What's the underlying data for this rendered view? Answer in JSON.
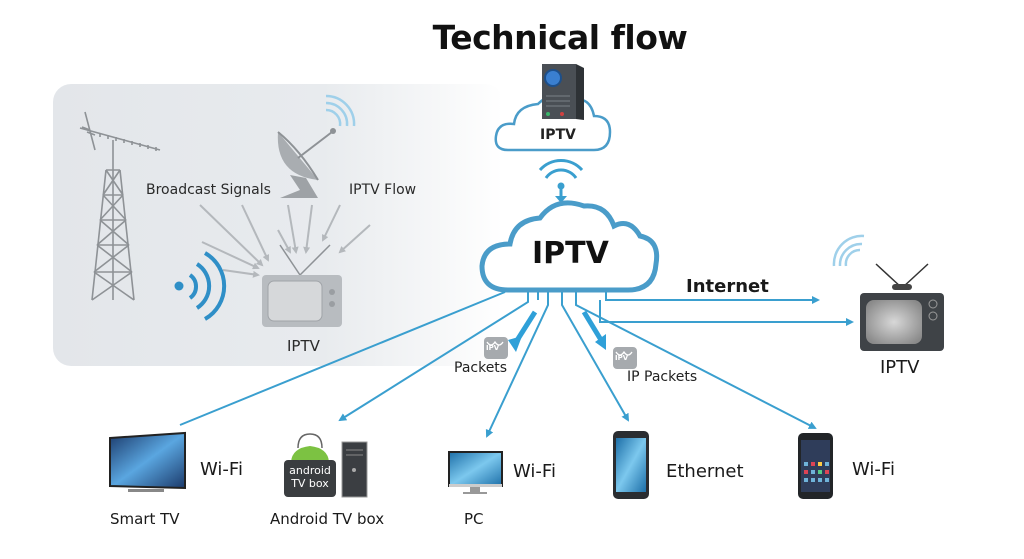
{
  "title": "Technical flow",
  "legacy_panel": {
    "broadcast_label": "Broadcast Signals",
    "iptv_flow_label": "IPTV Flow",
    "tv_label": "IPTV"
  },
  "server_cloud": {
    "label": "IPTV"
  },
  "main_cloud": {
    "label": "IPTV"
  },
  "internet_label": "Internet",
  "right_tv_label": "IPTV",
  "packets": [
    {
      "badge": "IPV",
      "label": "Packets"
    },
    {
      "badge": "IPV",
      "label": "IP Packets"
    }
  ],
  "android_box_text": [
    "android",
    "TV box"
  ],
  "devices": [
    {
      "name": "Smart TV",
      "connection": "Wi-Fi"
    },
    {
      "name": "Android TV box",
      "connection": ""
    },
    {
      "name": "PC",
      "connection": "Wi-Fi"
    },
    {
      "name": "",
      "connection": "Ethernet"
    },
    {
      "name": "",
      "connection": "Wi-Fi"
    }
  ],
  "colors": {
    "accent": "#3a9fcf",
    "cloud_stroke": "#4a9cc9",
    "gray_icon": "#8e9296",
    "panel_bg": "#e6e9ec"
  }
}
